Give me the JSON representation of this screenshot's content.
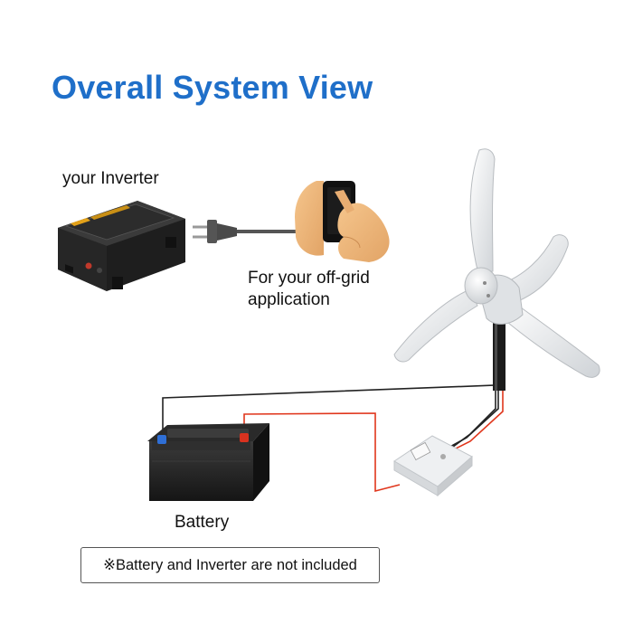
{
  "title": "Overall System View",
  "inverter": {
    "label": "your Inverter"
  },
  "application": {
    "label_line1": "For your off-grid",
    "label_line2": "application"
  },
  "battery": {
    "label": "Battery"
  },
  "note": {
    "text": "※Battery and Inverter are not included"
  },
  "colors": {
    "title": "#1f6fc9",
    "positive_wire": "#e0361c",
    "negative_wire": "#222222",
    "inverter_accent": "#e2a11a",
    "blade": "#e8eaec"
  },
  "icons": [
    "inverter-icon",
    "plug-icon",
    "hand-phone-icon",
    "wind-turbine-icon",
    "battery-icon",
    "controller-icon"
  ]
}
